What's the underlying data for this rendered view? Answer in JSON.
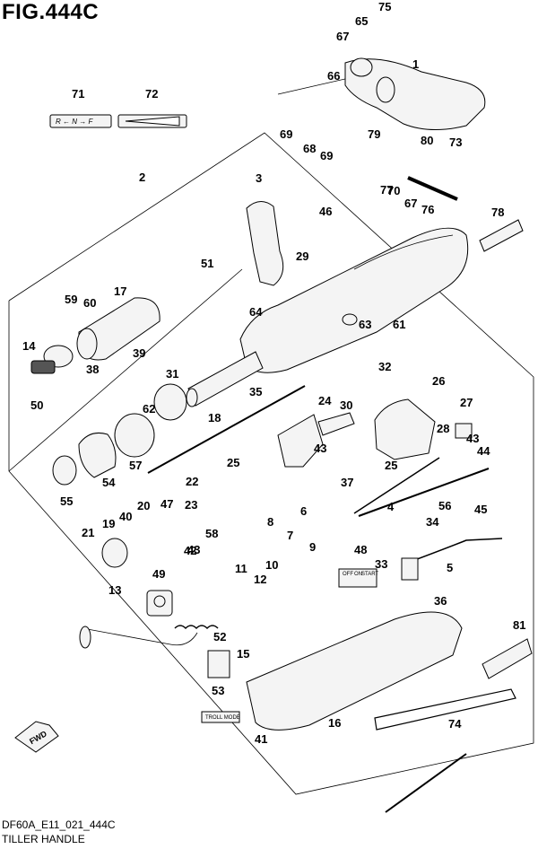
{
  "figure": {
    "title": "FIG.444C",
    "code": "DF60A_E11_021_444C",
    "subtitle": "TILLER HANDLE"
  },
  "labels": {
    "rnf_decal": "R ← N → F",
    "troll_mode": "TROLL MODE",
    "switch_off": "OFF",
    "switch_on": "ON",
    "switch_start": "START",
    "fwd": "FWD"
  },
  "callouts": [
    "1",
    "2",
    "3",
    "4",
    "5",
    "6",
    "7",
    "8",
    "9",
    "10",
    "11",
    "12",
    "13",
    "14",
    "15",
    "16",
    "17",
    "18",
    "19",
    "20",
    "21",
    "22",
    "23",
    "24",
    "25",
    "25",
    "26",
    "27",
    "28",
    "29",
    "30",
    "31",
    "32",
    "33",
    "34",
    "35",
    "36",
    "37",
    "38",
    "39",
    "40",
    "41",
    "42",
    "43",
    "43",
    "43",
    "44",
    "45",
    "46",
    "47",
    "48",
    "49",
    "50",
    "51",
    "52",
    "53",
    "54",
    "55",
    "56",
    "57",
    "58",
    "59",
    "60",
    "61",
    "62",
    "63",
    "64",
    "65",
    "66",
    "67",
    "67",
    "68",
    "69",
    "69",
    "70",
    "71",
    "72",
    "73",
    "74",
    "75",
    "76",
    "77",
    "78",
    "79",
    "80",
    "81"
  ]
}
